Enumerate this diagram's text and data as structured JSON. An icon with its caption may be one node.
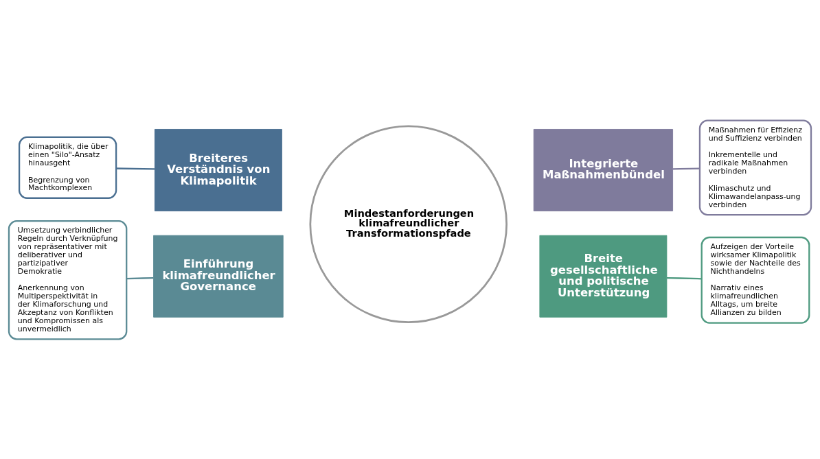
{
  "diagram": {
    "nodes": [
      {
        "text": [
          "Mindestanforderungen klimafreundlicher Transformationspfade"
        ]
      },
      {
        "text": [
          "Breiteres Verständnis von Klimapolitik"
        ]
      },
      {
        "text": [
          "Integrierte Maßnahmenbündel"
        ]
      },
      {
        "text": [
          "Einführung klimafreundlicher Governance"
        ]
      },
      {
        "text": [
          "Breite gesellschaftliche und politische Unterstützung"
        ]
      },
      {
        "text": [
          "Klimapolitik, die über einen \"Silo\"-Ansatz hinausgeht",
          "Begrenzung von Machtkomplexen"
        ]
      },
      {
        "text": [
          "Maßnahmen für Effizienz und Suffizienz verbinden",
          "Inkrementelle und radikale Maßnahmen verbinden",
          "Klimaschutz und Klimawandelanpass-ung verbinden"
        ]
      },
      {
        "text": [
          "Umsetzung verbindlicher Regeln durch Verknüpfung von repräsentativer mit deliberativer und partizipativer Demokratie",
          "Anerkennung von Multiperspektivität in der Klimaforschung und Akzeptanz von Konflikten und Kompromissen als unvermeidlich"
        ]
      },
      {
        "text": [
          "Aufzeigen der Vorteile wirksamer Klimapolitik sowie der Nachteile des Nichthandelns",
          "Narrativ eines klimafreundlichen Alltags, um breite Allianzen zu bilden"
        ]
      }
    ],
    "edges": [
      {
        "from": 5,
        "to": 1,
        "arrow": "none",
        "color": "#4a6f91"
      },
      {
        "from": 2,
        "to": 6,
        "arrow": "none",
        "color": "#7f7b9c"
      },
      {
        "from": 7,
        "to": 3,
        "arrow": "none",
        "color": "#5a8a94"
      },
      {
        "from": 4,
        "to": 8,
        "arrow": "none",
        "color": "#4e9a80"
      }
    ]
  }
}
